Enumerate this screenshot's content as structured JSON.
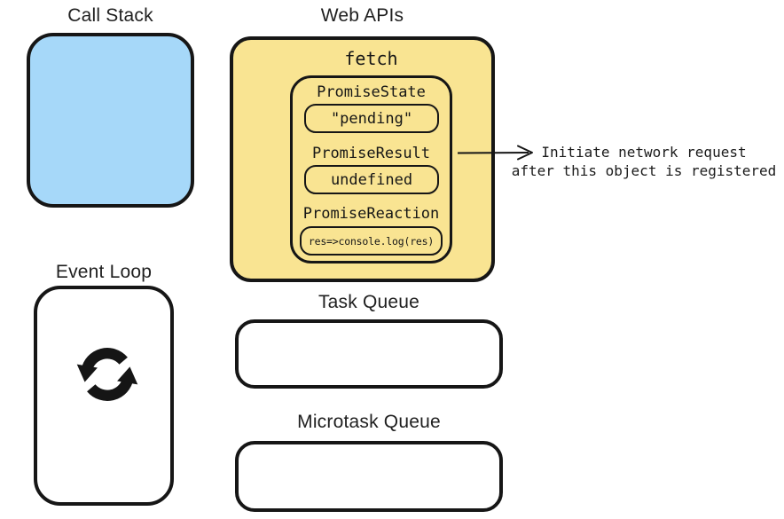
{
  "colors": {
    "ink": "#161616",
    "call_stack_fill": "#a6d8f9",
    "web_apis_fill": "#f9e492",
    "queue_fill": "#ffffff"
  },
  "labels": {
    "call_stack": "Call Stack",
    "web_apis": "Web APIs",
    "event_loop": "Event Loop",
    "task_queue": "Task Queue",
    "microtask_queue": "Microtask Queue"
  },
  "web_apis": {
    "function_name": "fetch",
    "promise": {
      "fields": [
        {
          "label": "PromiseState",
          "value": "\"pending\""
        },
        {
          "label": "PromiseResult",
          "value": "undefined"
        },
        {
          "label": "PromiseReaction",
          "value": "res=>console.log(res)"
        }
      ]
    }
  },
  "annotation": {
    "line1": "Initiate network request",
    "line2": "after this object is registered"
  },
  "icons": {
    "event_loop_icon": "cycle-arrows-icon",
    "pointer": "right-arrow-icon"
  }
}
